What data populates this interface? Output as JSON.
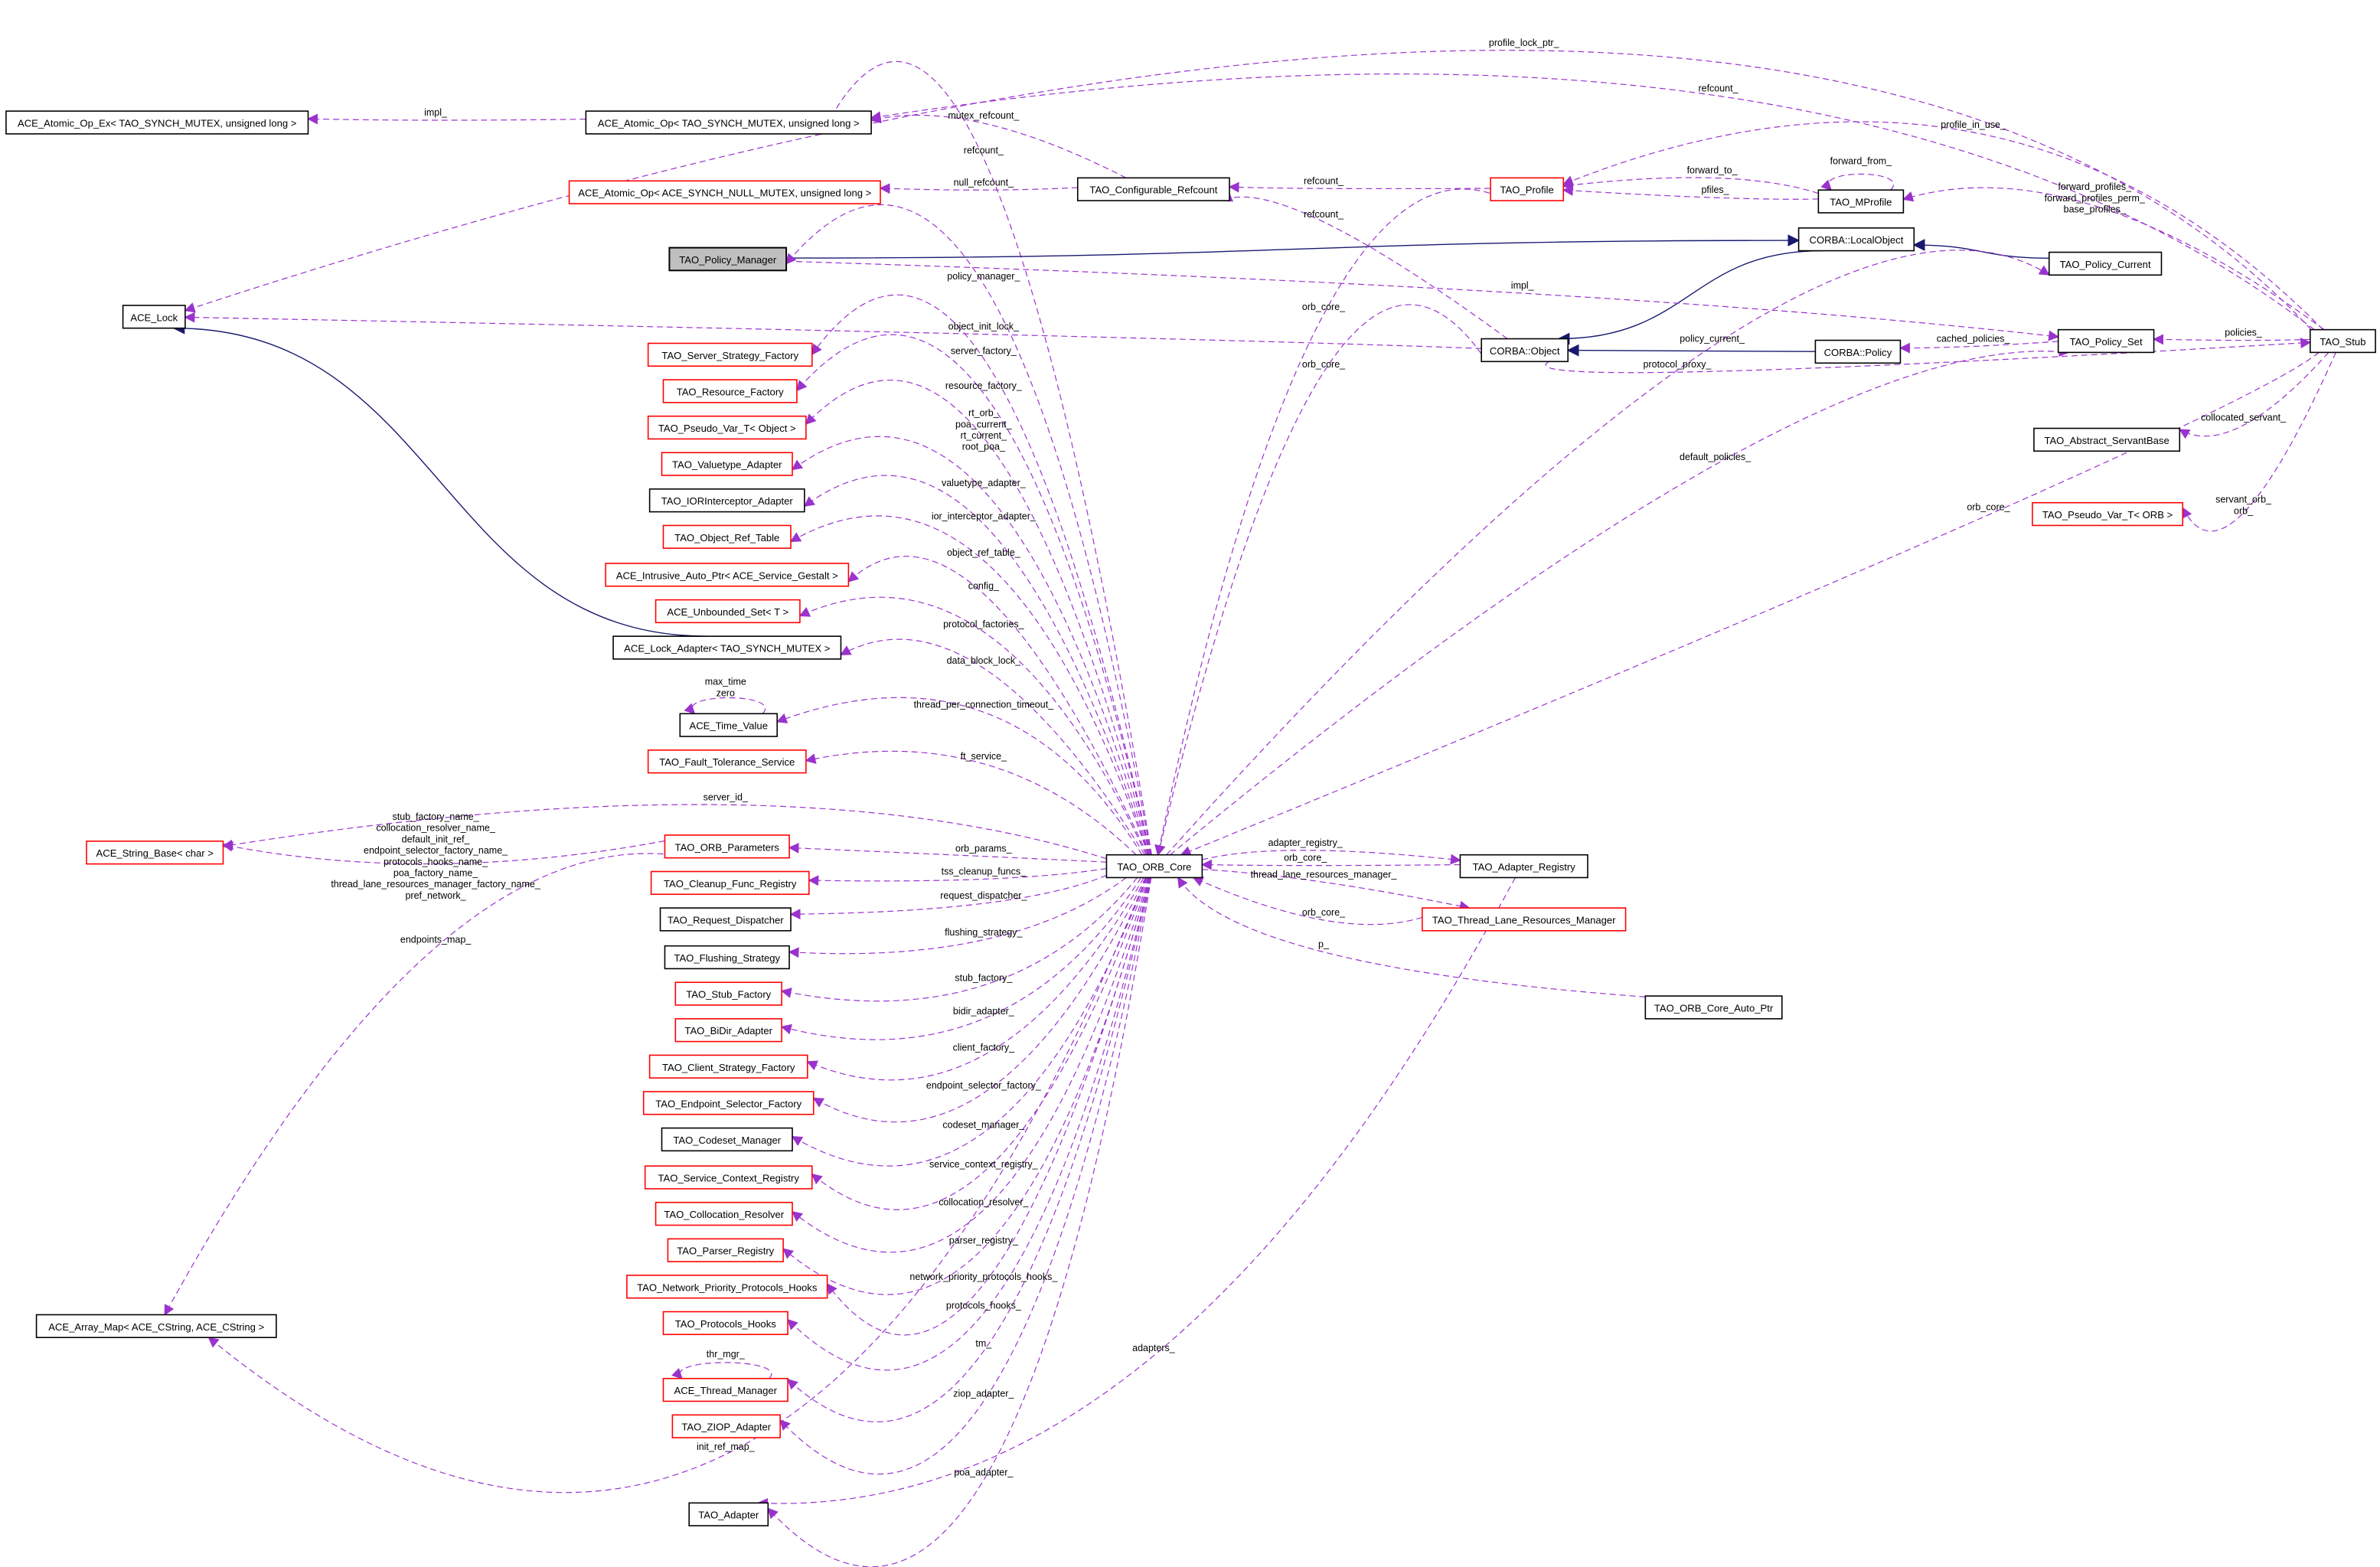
{
  "colors": {
    "usage_edge": "#9a32cd",
    "inherit_edge": "#191970",
    "truncated_border": "#ff0000",
    "focus_fill": "#bfbfbf"
  },
  "nodes": [
    {
      "id": "ops_ex",
      "label": "ACE_Atomic_Op_Ex< TAO_SYNCH_MUTEX, unsigned long >",
      "style": "black"
    },
    {
      "id": "op_mutex",
      "label": "ACE_Atomic_Op< TAO_SYNCH_MUTEX, unsigned long >",
      "style": "black"
    },
    {
      "id": "op_null",
      "label": "ACE_Atomic_Op< ACE_SYNCH_NULL_MUTEX, unsigned long >",
      "style": "red"
    },
    {
      "id": "cfg_ref",
      "label": "TAO_Configurable_Refcount",
      "style": "black"
    },
    {
      "id": "profile",
      "label": "TAO_Profile",
      "style": "red"
    },
    {
      "id": "mprofile",
      "label": "TAO_MProfile",
      "style": "black"
    },
    {
      "id": "pol_mgr",
      "label": "TAO_Policy_Manager",
      "style": "gray"
    },
    {
      "id": "local_obj",
      "label": "CORBA::LocalObject",
      "style": "black"
    },
    {
      "id": "pol_cur",
      "label": "TAO_Policy_Current",
      "style": "black"
    },
    {
      "id": "ace_lock",
      "label": "ACE_Lock",
      "style": "black"
    },
    {
      "id": "corba_obj",
      "label": "CORBA::Object",
      "style": "black"
    },
    {
      "id": "corba_pol",
      "label": "CORBA::Policy",
      "style": "black"
    },
    {
      "id": "pol_set",
      "label": "TAO_Policy_Set",
      "style": "black"
    },
    {
      "id": "stub",
      "label": "TAO_Stub",
      "style": "black"
    },
    {
      "id": "servant_base",
      "label": "TAO_Abstract_ServantBase",
      "style": "black"
    },
    {
      "id": "pv_orb",
      "label": "TAO_Pseudo_Var_T< ORB >",
      "style": "red"
    },
    {
      "id": "server_strategy",
      "label": "TAO_Server_Strategy_Factory",
      "style": "red"
    },
    {
      "id": "resource_factory",
      "label": "TAO_Resource_Factory",
      "style": "red"
    },
    {
      "id": "pv_obj",
      "label": "TAO_Pseudo_Var_T< Object >",
      "style": "red"
    },
    {
      "id": "valuetype",
      "label": "TAO_Valuetype_Adapter",
      "style": "red"
    },
    {
      "id": "ior",
      "label": "TAO_IORInterceptor_Adapter",
      "style": "black"
    },
    {
      "id": "ort",
      "label": "TAO_Object_Ref_Table",
      "style": "red"
    },
    {
      "id": "intrusive",
      "label": "ACE_Intrusive_Auto_Ptr< ACE_Service_Gestalt >",
      "style": "red"
    },
    {
      "id": "unbounded",
      "label": "ACE_Unbounded_Set< T >",
      "style": "red"
    },
    {
      "id": "lock_adapter",
      "label": "ACE_Lock_Adapter< TAO_SYNCH_MUTEX >",
      "style": "black"
    },
    {
      "id": "time_value",
      "label": "ACE_Time_Value",
      "style": "black"
    },
    {
      "id": "ft",
      "label": "TAO_Fault_Tolerance_Service",
      "style": "red"
    },
    {
      "id": "string_base",
      "label": "ACE_String_Base< char >",
      "style": "red"
    },
    {
      "id": "orb_params",
      "label": "TAO_ORB_Parameters",
      "style": "red"
    },
    {
      "id": "cleanup",
      "label": "TAO_Cleanup_Func_Registry",
      "style": "red"
    },
    {
      "id": "request",
      "label": "TAO_Request_Dispatcher",
      "style": "black"
    },
    {
      "id": "flushing",
      "label": "TAO_Flushing_Strategy",
      "style": "black"
    },
    {
      "id": "stub_factory",
      "label": "TAO_Stub_Factory",
      "style": "red"
    },
    {
      "id": "bidir",
      "label": "TAO_BiDir_Adapter",
      "style": "red"
    },
    {
      "id": "client",
      "label": "TAO_Client_Strategy_Factory",
      "style": "red"
    },
    {
      "id": "endpoint",
      "label": "TAO_Endpoint_Selector_Factory",
      "style": "red"
    },
    {
      "id": "codeset",
      "label": "TAO_Codeset_Manager",
      "style": "black"
    },
    {
      "id": "service_ctx",
      "label": "TAO_Service_Context_Registry",
      "style": "red"
    },
    {
      "id": "colloc",
      "label": "TAO_Collocation_Resolver",
      "style": "red"
    },
    {
      "id": "parser",
      "label": "TAO_Parser_Registry",
      "style": "red"
    },
    {
      "id": "netprio",
      "label": "TAO_Network_Priority_Protocols_Hooks",
      "style": "red"
    },
    {
      "id": "protocols",
      "label": "TAO_Protocols_Hooks",
      "style": "red"
    },
    {
      "id": "array_map",
      "label": "ACE_Array_Map< ACE_CString, ACE_CString >",
      "style": "black"
    },
    {
      "id": "thread_mgr",
      "label": "ACE_Thread_Manager",
      "style": "red"
    },
    {
      "id": "ziop",
      "label": "TAO_ZIOP_Adapter",
      "style": "red"
    },
    {
      "id": "adapter",
      "label": "TAO_Adapter",
      "style": "black"
    },
    {
      "id": "orb_core",
      "label": "TAO_ORB_Core",
      "style": "black"
    },
    {
      "id": "adapter_reg",
      "label": "TAO_Adapter_Registry",
      "style": "black"
    },
    {
      "id": "tlrm",
      "label": "TAO_Thread_Lane_Resources_Manager",
      "style": "red"
    },
    {
      "id": "auto_ptr",
      "label": "TAO_ORB_Core_Auto_Ptr",
      "style": "black"
    }
  ],
  "edges": [
    {
      "from": "op_mutex",
      "to": "ops_ex",
      "kind": "usage",
      "label": [
        "impl_"
      ]
    },
    {
      "from": "cfg_ref",
      "to": "op_mutex",
      "kind": "usage",
      "label": [
        "mutex_refcount_"
      ]
    },
    {
      "from": "orb_core",
      "to": "op_mutex",
      "kind": "usage",
      "label": [
        "refcount_"
      ]
    },
    {
      "from": "cfg_ref",
      "to": "op_null",
      "kind": "usage",
      "label": [
        "null_refcount_"
      ]
    },
    {
      "from": "stub",
      "to": "ace_lock",
      "kind": "usage",
      "label": [
        "profile_lock_ptr_"
      ]
    },
    {
      "from": "stub",
      "to": "op_mutex",
      "kind": "usage",
      "label": [
        "refcount_"
      ]
    },
    {
      "from": "stub",
      "to": "profile",
      "kind": "usage",
      "label": [
        "profile_in_use_"
      ]
    },
    {
      "from": "profile",
      "to": "cfg_ref",
      "kind": "usage",
      "label": [
        "refcount_"
      ]
    },
    {
      "from": "corba_obj",
      "to": "cfg_ref",
      "kind": "usage",
      "label": [
        "refcount_"
      ]
    },
    {
      "from": "mprofile",
      "to": "profile",
      "kind": "usage",
      "label": [
        "forward_to_"
      ]
    },
    {
      "from": "mprofile",
      "to": "profile",
      "kind": "usage",
      "label": [
        "pfiles_"
      ]
    },
    {
      "from": "mprofile",
      "to": "mprofile",
      "kind": "usage",
      "label": [
        "forward_from_"
      ]
    },
    {
      "from": "stub",
      "to": "mprofile",
      "kind": "usage",
      "label": [
        "forward_profiles_",
        "forward_profiles_perm_",
        "base_profiles_"
      ]
    },
    {
      "from": "pol_mgr",
      "to": "local_obj",
      "kind": "inherit",
      "label": []
    },
    {
      "from": "pol_cur",
      "to": "local_obj",
      "kind": "inherit",
      "label": []
    },
    {
      "from": "local_obj",
      "to": "corba_obj",
      "kind": "inherit",
      "label": []
    },
    {
      "from": "corba_pol",
      "to": "corba_obj",
      "kind": "inherit",
      "label": []
    },
    {
      "from": "lock_adapter",
      "to": "ace_lock",
      "kind": "inherit",
      "label": []
    },
    {
      "from": "pol_mgr",
      "to": "pol_set",
      "kind": "usage",
      "label": [
        "impl_"
      ]
    },
    {
      "from": "orb_core",
      "to": "pol_cur",
      "kind": "usage",
      "label": [
        "policy_current_"
      ]
    },
    {
      "from": "pol_set",
      "to": "corba_pol",
      "kind": "usage",
      "label": [
        "cached_policies_"
      ]
    },
    {
      "from": "stub",
      "to": "pol_set",
      "kind": "usage",
      "label": [
        "policies_"
      ]
    },
    {
      "from": "corba_obj",
      "to": "stub",
      "kind": "usage",
      "label": [
        "protocol_proxy_"
      ]
    },
    {
      "from": "orb_core",
      "to": "pol_set",
      "kind": "usage",
      "label": [
        "default_policies_"
      ]
    },
    {
      "from": "corba_obj",
      "to": "ace_lock",
      "kind": "usage",
      "label": [
        "object_init_lock_"
      ]
    },
    {
      "from": "orb_core",
      "to": "pol_mgr",
      "kind": "usage",
      "label": [
        "policy_manager_"
      ]
    },
    {
      "from": "profile",
      "to": "orb_core",
      "kind": "usage",
      "label": [
        "orb_core_"
      ]
    },
    {
      "from": "corba_obj",
      "to": "orb_core",
      "kind": "usage",
      "label": [
        "orb_core_"
      ]
    },
    {
      "from": "stub",
      "to": "servant_base",
      "kind": "usage",
      "label": [
        "collocated_servant_"
      ]
    },
    {
      "from": "stub",
      "to": "pv_orb",
      "kind": "usage",
      "label": [
        "servant_orb_",
        "orb_"
      ]
    },
    {
      "from": "stub",
      "to": "orb_core",
      "kind": "usage",
      "label": [
        "orb_core_"
      ]
    },
    {
      "from": "orb_core",
      "to": "server_strategy",
      "kind": "usage",
      "label": [
        "server_factory_"
      ]
    },
    {
      "from": "orb_core",
      "to": "resource_factory",
      "kind": "usage",
      "label": [
        "resource_factory_"
      ]
    },
    {
      "from": "orb_core",
      "to": "pv_obj",
      "kind": "usage",
      "label": [
        "rt_orb_",
        "poa_current_",
        "rt_current_",
        "root_poa_"
      ]
    },
    {
      "from": "orb_core",
      "to": "valuetype",
      "kind": "usage",
      "label": [
        "valuetype_adapter_"
      ]
    },
    {
      "from": "orb_core",
      "to": "ior",
      "kind": "usage",
      "label": [
        "ior_interceptor_adapter_"
      ]
    },
    {
      "from": "orb_core",
      "to": "ort",
      "kind": "usage",
      "label": [
        "object_ref_table_"
      ]
    },
    {
      "from": "orb_core",
      "to": "intrusive",
      "kind": "usage",
      "label": [
        "config_"
      ]
    },
    {
      "from": "orb_core",
      "to": "unbounded",
      "kind": "usage",
      "label": [
        "protocol_factories_"
      ]
    },
    {
      "from": "orb_core",
      "to": "lock_adapter",
      "kind": "usage",
      "label": [
        "data_block_lock_"
      ]
    },
    {
      "from": "time_value",
      "to": "time_value",
      "kind": "usage",
      "label": [
        "max_time",
        "zero"
      ]
    },
    {
      "from": "orb_core",
      "to": "time_value",
      "kind": "usage",
      "label": [
        "thread_per_connection_timeout_"
      ]
    },
    {
      "from": "orb_core",
      "to": "ft",
      "kind": "usage",
      "label": [
        "ft_service_"
      ]
    },
    {
      "from": "orb_core",
      "to": "string_base",
      "kind": "usage",
      "label": [
        "server_id_"
      ]
    },
    {
      "from": "orb_params",
      "to": "string_base",
      "kind": "usage",
      "label": [
        "stub_factory_name_",
        "collocation_resolver_name_",
        "default_init_ref_",
        "endpoint_selector_factory_name_",
        "protocols_hooks_name_",
        "poa_factory_name_",
        "thread_lane_resources_manager_factory_name_",
        "pref_network_"
      ]
    },
    {
      "from": "orb_params",
      "to": "array_map",
      "kind": "usage",
      "label": [
        "endpoints_map_"
      ]
    },
    {
      "from": "orb_core",
      "to": "orb_params",
      "kind": "usage",
      "label": [
        "orb_params_"
      ]
    },
    {
      "from": "orb_core",
      "to": "cleanup",
      "kind": "usage",
      "label": [
        "tss_cleanup_funcs_"
      ]
    },
    {
      "from": "orb_core",
      "to": "request",
      "kind": "usage",
      "label": [
        "request_dispatcher_"
      ]
    },
    {
      "from": "orb_core",
      "to": "flushing",
      "kind": "usage",
      "label": [
        "flushing_strategy_"
      ]
    },
    {
      "from": "orb_core",
      "to": "stub_factory",
      "kind": "usage",
      "label": [
        "stub_factory_"
      ]
    },
    {
      "from": "orb_core",
      "to": "bidir",
      "kind": "usage",
      "label": [
        "bidir_adapter_"
      ]
    },
    {
      "from": "orb_core",
      "to": "client",
      "kind": "usage",
      "label": [
        "client_factory_"
      ]
    },
    {
      "from": "orb_core",
      "to": "endpoint",
      "kind": "usage",
      "label": [
        "endpoint_selector_factory_"
      ]
    },
    {
      "from": "orb_core",
      "to": "codeset",
      "kind": "usage",
      "label": [
        "codeset_manager_"
      ]
    },
    {
      "from": "orb_core",
      "to": "service_ctx",
      "kind": "usage",
      "label": [
        "service_context_registry_"
      ]
    },
    {
      "from": "orb_core",
      "to": "colloc",
      "kind": "usage",
      "label": [
        "collocation_resolver_"
      ]
    },
    {
      "from": "orb_core",
      "to": "parser",
      "kind": "usage",
      "label": [
        "parser_registry_"
      ]
    },
    {
      "from": "orb_core",
      "to": "netprio",
      "kind": "usage",
      "label": [
        "network_priority_protocols_hooks_"
      ]
    },
    {
      "from": "orb_core",
      "to": "protocols",
      "kind": "usage",
      "label": [
        "protocols_hooks_"
      ]
    },
    {
      "from": "thread_mgr",
      "to": "thread_mgr",
      "kind": "usage",
      "label": [
        "thr_mgr_"
      ]
    },
    {
      "from": "orb_core",
      "to": "thread_mgr",
      "kind": "usage",
      "label": [
        "tm_"
      ]
    },
    {
      "from": "orb_core",
      "to": "ziop",
      "kind": "usage",
      "label": [
        "ziop_adapter_"
      ]
    },
    {
      "from": "orb_core",
      "to": "array_map",
      "kind": "usage",
      "label": [
        "init_ref_map_"
      ]
    },
    {
      "from": "orb_core",
      "to": "adapter",
      "kind": "usage",
      "label": [
        "poa_adapter_"
      ]
    },
    {
      "from": "adapter_reg",
      "to": "adapter",
      "kind": "usage",
      "label": [
        "adapters_"
      ]
    },
    {
      "from": "orb_core",
      "to": "adapter_reg",
      "kind": "usage",
      "label": [
        "adapter_registry_"
      ]
    },
    {
      "from": "adapter_reg",
      "to": "orb_core",
      "kind": "usage",
      "label": [
        "orb_core_"
      ]
    },
    {
      "from": "orb_core",
      "to": "tlrm",
      "kind": "usage",
      "label": [
        "thread_lane_resources_manager_"
      ]
    },
    {
      "from": "tlrm",
      "to": "orb_core",
      "kind": "usage",
      "label": [
        "orb_core_"
      ]
    },
    {
      "from": "auto_ptr",
      "to": "orb_core",
      "kind": "usage",
      "label": [
        "p_"
      ]
    }
  ]
}
